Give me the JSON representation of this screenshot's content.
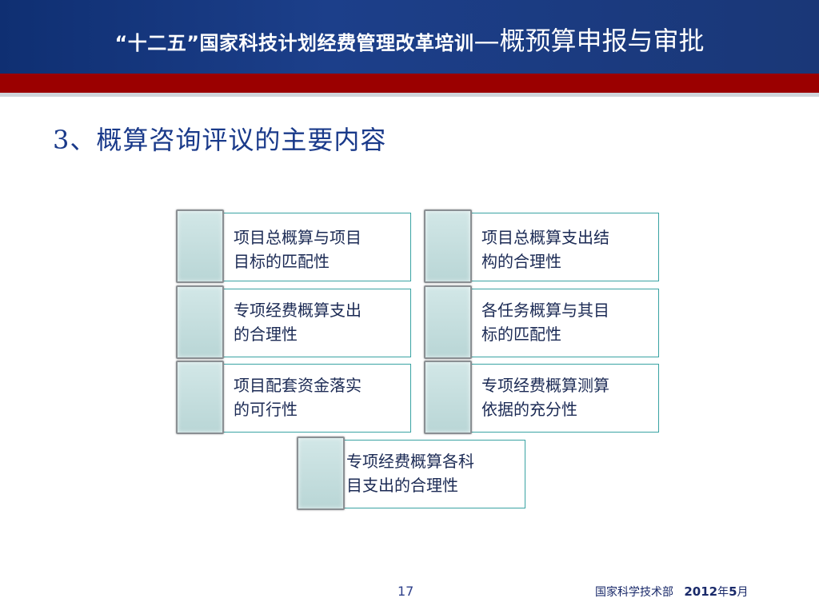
{
  "header": {
    "title_small": "“十二五”国家科技计划经费管理改革培训",
    "title_big": "—概预算申报与审批"
  },
  "section": {
    "heading": "3、概算咨询评议的主要内容"
  },
  "cards": [
    {
      "line1": "项目总概算与项目",
      "line2": "目标的匹配性"
    },
    {
      "line1": "项目总概算支出结",
      "line2": "构的合理性"
    },
    {
      "line1": "专项经费概算支出",
      "line2": "的合理性"
    },
    {
      "line1": "各任务概算与其目",
      "line2": "标的匹配性"
    },
    {
      "line1": "项目配套资金落实",
      "line2": "的可行性"
    },
    {
      "line1": "专项经费概算测算",
      "line2": "依据的充分性"
    },
    {
      "line1": "专项经费概算各科",
      "line2": "目支出的合理性"
    }
  ],
  "footer": {
    "page_number": "17",
    "org": "国家科学技术部",
    "year": "2012",
    "year_suffix": "年",
    "month": "5",
    "month_suffix": "月"
  }
}
